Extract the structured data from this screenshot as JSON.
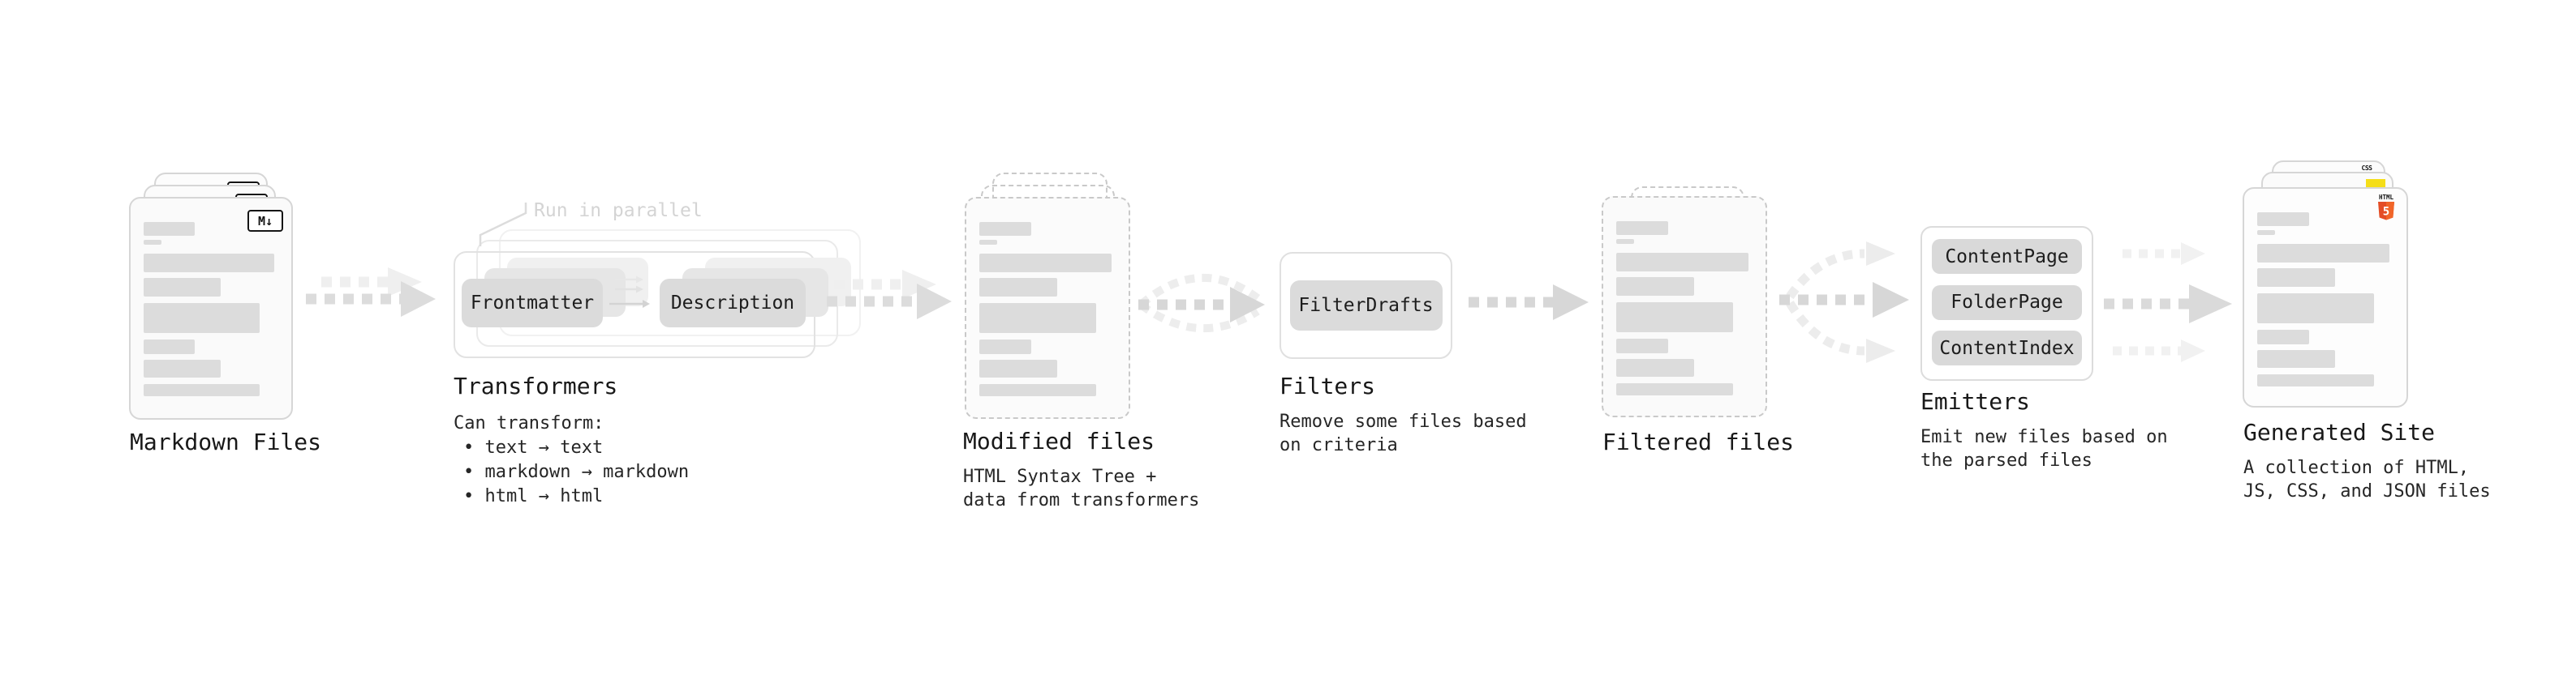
{
  "nodes": {
    "markdown_files": {
      "label": "Markdown Files",
      "badge": "M↓"
    },
    "transformers": {
      "label": "Transformers",
      "callout": "Run in parallel",
      "pill_left": "Frontmatter",
      "pill_right": "Description",
      "desc_title": "Can transform:",
      "bullets": [
        "• text → text",
        "• markdown → markdown",
        "• html → html"
      ]
    },
    "modified_files": {
      "label": "Modified files",
      "desc_line1": "HTML Syntax Tree +",
      "desc_line2": "data from transformers"
    },
    "filters": {
      "label": "Filters",
      "pill": "FilterDrafts",
      "desc_line1": "Remove some files based",
      "desc_line2": "on criteria"
    },
    "filtered_files": {
      "label": "Filtered files"
    },
    "emitters": {
      "label": "Emitters",
      "pills": [
        "ContentPage",
        "FolderPage",
        "ContentIndex"
      ],
      "desc_line1": "Emit new files based on",
      "desc_line2": "the parsed files"
    },
    "generated_site": {
      "label": "Generated Site",
      "desc_line1": "A collection of HTML,",
      "desc_line2": "JS, CSS, and JSON files",
      "badge_html_text": "HTML",
      "badge_html_number": "5",
      "badge_css_text": "CSS"
    }
  },
  "icons": {
    "markdown_badge": "markdown-icon",
    "css3_badge": "css3-icon",
    "js_badge": "javascript-icon",
    "html5_badge": "html5-icon"
  },
  "colors": {
    "bar_gray": "#dcdcdc",
    "pill_gray": "#dbdbdb",
    "arrow_main": "#d7d7d7",
    "arrow_ghost": "#eeeeee",
    "js_yellow": "#f5de19",
    "css_blue": "#2a62e9",
    "html5_orange": "#e44d26",
    "html5_orange_light": "#f16529"
  },
  "doc_bars": [
    {
      "w": "38%",
      "h": 17,
      "mb": 5
    },
    {
      "w": "13%",
      "h": 6,
      "mb": 11
    },
    {
      "w": "97%",
      "h": 23,
      "mb": 7
    },
    {
      "w": "57%",
      "h": 23,
      "mb": 8
    },
    {
      "w": "86%",
      "h": 37,
      "mb": 8
    },
    {
      "w": "38%",
      "h": 18,
      "mb": 7
    },
    {
      "w": "57%",
      "h": 22,
      "mb": 8
    },
    {
      "w": "86%",
      "h": 15,
      "mb": 0
    }
  ]
}
